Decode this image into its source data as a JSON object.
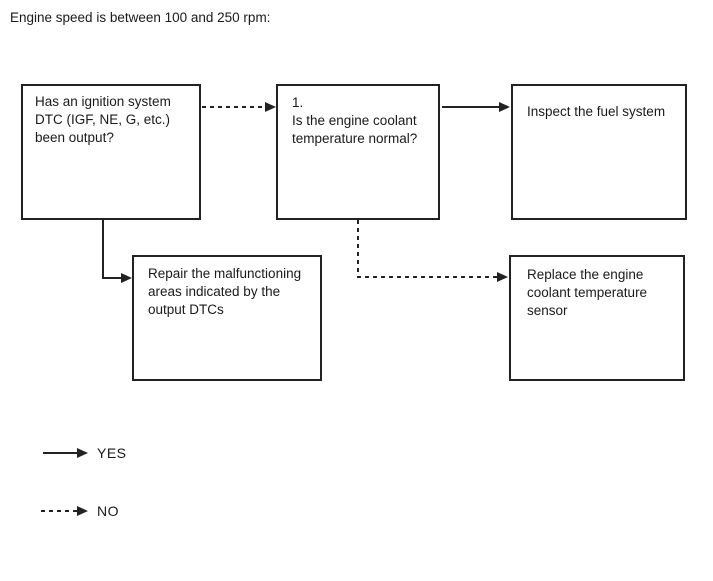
{
  "page": {
    "title": "Engine speed is between 100 and 250 rpm:",
    "background_color": "#ffffff",
    "line_color": "#222222",
    "text_color": "#1a1a1a"
  },
  "flowchart": {
    "boxes": [
      {
        "id": "ignition-dtc-question",
        "text": "Has an ignition system\nDTC (IGF, NE, G, etc.)\nbeen output?"
      },
      {
        "id": "coolant-temp-question",
        "text": "1.\nIs the engine coolant\ntemperature normal?"
      },
      {
        "id": "inspect-fuel-system",
        "text": "Inspect the fuel system"
      },
      {
        "id": "repair-dtc-areas",
        "text": "Repair the malfunctioning\nareas indicated by the\noutput DTCs"
      },
      {
        "id": "replace-ect-sensor",
        "text": "Replace the engine\ncoolant temperature\nsensor"
      }
    ],
    "connectors": [
      {
        "from": "ignition-dtc-question",
        "to": "coolant-temp-question",
        "answer": "NO",
        "style": "dashed"
      },
      {
        "from": "coolant-temp-question",
        "to": "inspect-fuel-system",
        "answer": "YES",
        "style": "solid"
      },
      {
        "from": "ignition-dtc-question",
        "to": "repair-dtc-areas",
        "answer": "YES",
        "style": "solid"
      },
      {
        "from": "coolant-temp-question",
        "to": "replace-ect-sensor",
        "answer": "NO",
        "style": "dashed"
      }
    ]
  },
  "legend": {
    "yes_label": "YES",
    "no_label": "NO"
  }
}
